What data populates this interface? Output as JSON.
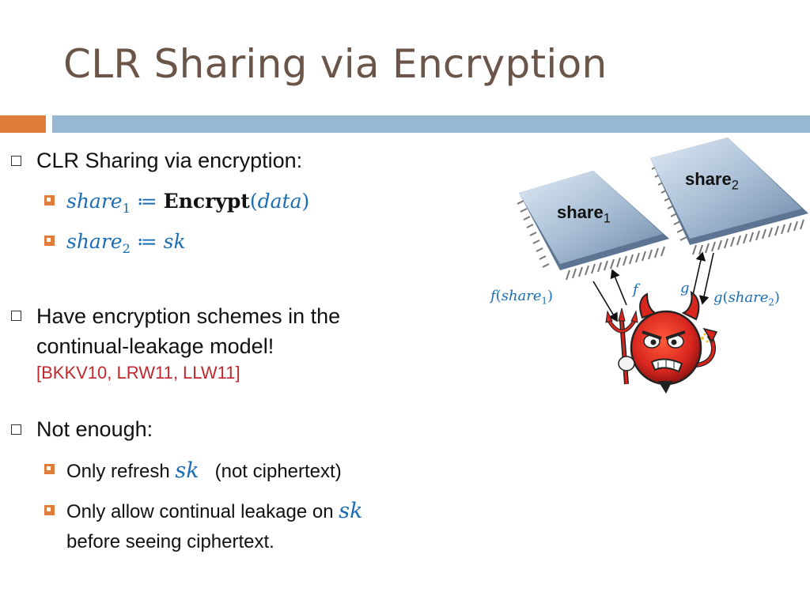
{
  "title": "CLR Sharing via Encryption",
  "bullets": {
    "b1": {
      "text": "CLR Sharing via encryption:"
    },
    "b1_sub1": {
      "share": "share",
      "sub": "1",
      "assign": " ≔ ",
      "encrypt": "Encrypt",
      "open": "(",
      "data": "data",
      "close": ")"
    },
    "b1_sub2": {
      "share": "share",
      "sub": "2",
      "assign": " ≔ ",
      "sk": "sk"
    },
    "b2": {
      "line1": "Have encryption schemes in the",
      "line2": "continual-leakage model!",
      "ref": "[BKKV10, LRW11, LLW11]"
    },
    "b3": {
      "text": "Not enough:"
    },
    "b3_sub1": {
      "text": "Only refresh ",
      "sk": "sk",
      "tail": "   (not ciphertext)"
    },
    "b3_sub2": {
      "line1": "Only allow continual leakage on ",
      "sk": "sk",
      "line2": "before seeing ciphertext."
    }
  },
  "diagram": {
    "chip1": {
      "label": "share",
      "sub": "1"
    },
    "chip2": {
      "label": "share",
      "sub": "2"
    },
    "f_share1": {
      "fn": "f",
      "open": "(",
      "arg": "share",
      "sub": "1",
      "close": ")"
    },
    "f": "f",
    "g": "g",
    "g_share2": {
      "fn": "g",
      "open": "(",
      "arg": "share",
      "sub": "2",
      "close": ")"
    }
  },
  "colors": {
    "title": "#6b5548",
    "accent_orange": "#e07d3a",
    "accent_blue": "#98b7d0",
    "math_blue": "#1b6db5",
    "ref_red": "#c0282c",
    "devil_red": "#d8261f"
  },
  "icons": [
    "square-bullet-icon",
    "orange-bullet-icon",
    "chip-icon",
    "devil-icon",
    "arrow-icon"
  ]
}
